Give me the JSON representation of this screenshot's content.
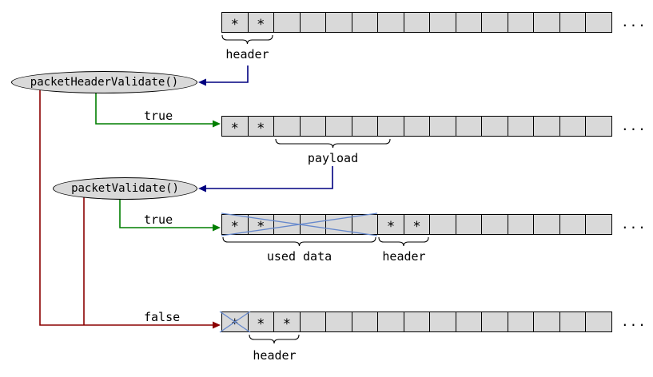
{
  "array": {
    "cell_count": 15,
    "asterisk": "*",
    "ellipsis": "..."
  },
  "rows": [
    {
      "name": "packet-row-1",
      "asterisk_cells": [
        0,
        1
      ],
      "crossed_cells": []
    },
    {
      "name": "packet-row-2",
      "asterisk_cells": [
        0,
        1
      ],
      "crossed_cells": []
    },
    {
      "name": "packet-row-3",
      "asterisk_cells": [
        0,
        1,
        6,
        7
      ],
      "crossed_cells": [
        0,
        1,
        2,
        3,
        4,
        5
      ]
    },
    {
      "name": "packet-row-4",
      "asterisk_cells": [
        0,
        1,
        2
      ],
      "crossed_cells": [
        0
      ]
    }
  ],
  "functions": {
    "packet_header_validate": "packetHeaderValidate()",
    "packet_validate": "packetValidate()"
  },
  "labels": {
    "header_1": "header",
    "payload": "payload",
    "used_data": "used data",
    "header_3": "header",
    "header_4": "header",
    "true_1": "true",
    "true_2": "true",
    "false_1": "false"
  },
  "colors": {
    "cell_fill": "#d9d9d9",
    "ellipse_fill": "#d9d9d9",
    "arrow_navy": "#000080",
    "arrow_green": "#007f00",
    "arrow_red": "#8b0000",
    "cross_blue": "#6688cc"
  }
}
